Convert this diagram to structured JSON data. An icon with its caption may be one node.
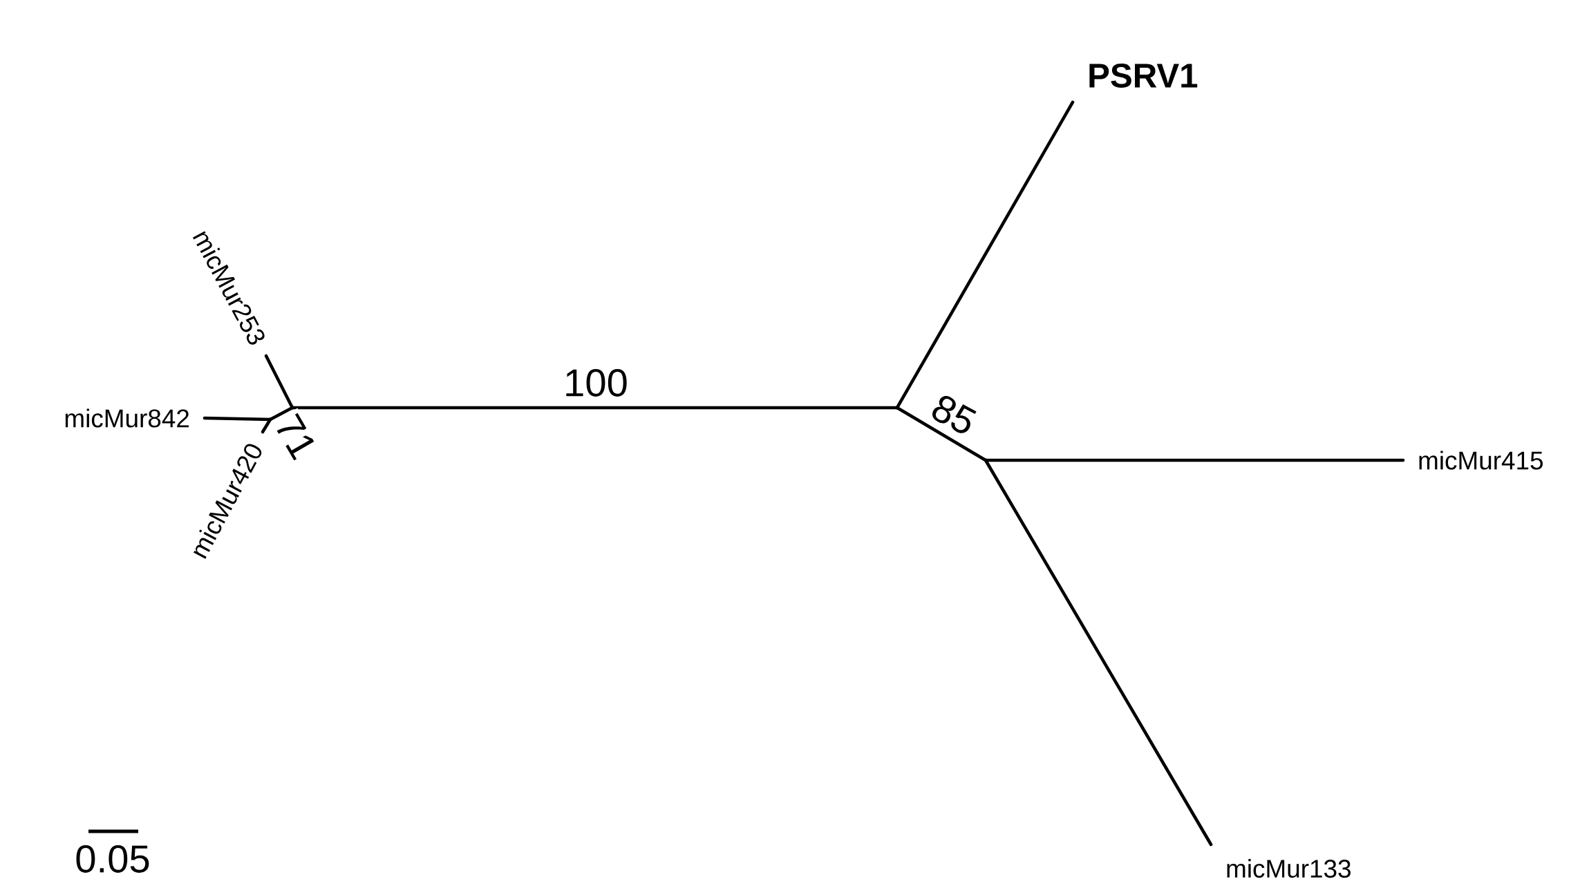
{
  "diagram": {
    "nodes": [
      {
        "text": [
          "micMur253"
        ]
      },
      {
        "text": [
          "micMur842"
        ]
      },
      {
        "text": [
          "micMur420"
        ]
      },
      {
        "text": [
          "PSRV1"
        ]
      },
      {
        "text": [
          "micMur415"
        ]
      },
      {
        "text": [
          "micMur133"
        ]
      },
      {
        "text": [],
        "shape": "point"
      },
      {
        "text": [],
        "shape": "point"
      },
      {
        "text": [],
        "shape": "point"
      },
      {
        "text": [],
        "shape": "point"
      }
    ],
    "edges": [
      {
        "from": 6,
        "to": 1,
        "arrow": "none"
      },
      {
        "from": 6,
        "to": 2,
        "arrow": "none"
      },
      {
        "from": 7,
        "to": 0,
        "arrow": "none"
      },
      {
        "from": 6,
        "to": 7,
        "arrow": "none",
        "label": "71"
      },
      {
        "from": 7,
        "to": 8,
        "arrow": "none",
        "label": "100"
      },
      {
        "from": 8,
        "to": 3,
        "arrow": "none"
      },
      {
        "from": 8,
        "to": 9,
        "arrow": "none",
        "label": "85"
      },
      {
        "from": 9,
        "to": 4,
        "arrow": "none"
      },
      {
        "from": 9,
        "to": 5,
        "arrow": "none"
      }
    ],
    "labels": [
      "0.05"
    ]
  }
}
